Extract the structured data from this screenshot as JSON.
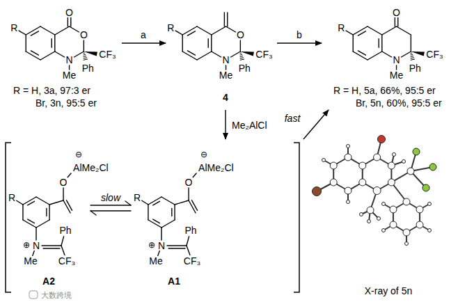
{
  "diagram": {
    "labels": [
      "R",
      "O",
      "O",
      "CF₃",
      "N",
      "Me",
      "Ph",
      "R = H, 3a, 97:3 er",
      "Br, 3n, 95:5 er",
      "a",
      "R",
      "O",
      "CF₃",
      "N",
      "Me",
      "Ph",
      "4",
      "b",
      "R",
      "O",
      "CF₃",
      "N",
      "Me",
      "Ph",
      "R = H, 5a, 66%, 95:5 er",
      "Br, 5n, 60%, 95:5 er",
      "Me₂AlCl",
      "⊖",
      "AlMe₂Cl",
      "O",
      "R",
      "Ph",
      "⊕",
      "N",
      "Me",
      "CF₃",
      "A2",
      "slow",
      "⊖",
      "AlMe₂Cl",
      "O",
      "R",
      "Ph",
      "⊕",
      "N",
      "Me",
      "CF₃",
      "A1",
      "fast",
      "X-ray of 5n",
      "大数跨境"
    ]
  }
}
